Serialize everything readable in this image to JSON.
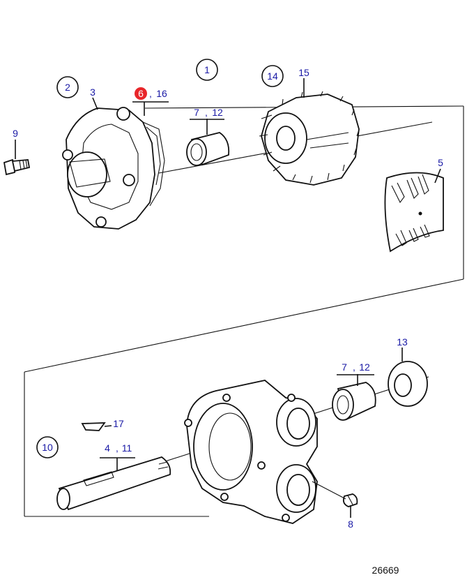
{
  "diagram_number": "26669",
  "callouts": {
    "c1": "1",
    "c2": "2",
    "c3": "3",
    "c4_11": "4",
    "c4_11b": "11",
    "c5": "5",
    "c6": "6",
    "c16": "16",
    "c7_12_top_a": "7",
    "c7_12_top_b": "12",
    "c7_12_bot_a": "7",
    "c7_12_bot_b": "12",
    "c8": "8",
    "c9": "9",
    "c10": "10",
    "c13": "13",
    "c14": "14",
    "c15": "15",
    "c17": "17",
    "comma": ","
  },
  "colors": {
    "callout_text": "#1a1aa6",
    "highlight": "#e8262a"
  }
}
